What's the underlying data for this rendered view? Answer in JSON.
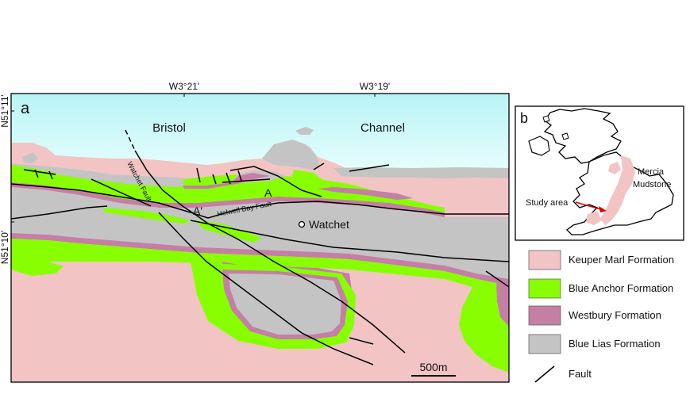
{
  "panel_a": {
    "label": "a",
    "lon_labels": [
      "W3°21'",
      "W3°19'"
    ],
    "lat_labels": [
      "N51°11'",
      "N51°10'"
    ],
    "sea_words": [
      "Bristol",
      "Channel"
    ],
    "town": "Watchet",
    "fault_labels": [
      "Watchet Fault",
      "Helwell Bay Fault"
    ],
    "section_marks": [
      "A",
      "A'"
    ],
    "scale_bar": "500m"
  },
  "panel_b": {
    "label": "b",
    "study_area_label": "Study area",
    "unit_label_line1": "Mercia",
    "unit_label_line2": "Mudstone"
  },
  "legend": {
    "items": [
      {
        "label": "Keuper Marl Formation",
        "color": "#f2c4c4"
      },
      {
        "label": "Blue Anchor Formation",
        "color": "#88ff00"
      },
      {
        "label": "Westbury Formation",
        "color": "#c47fa4"
      },
      {
        "label": "Blue Lias Formation",
        "color": "#c4c4c4"
      }
    ],
    "fault_label": "Fault"
  },
  "colors": {
    "sea": "#c8f8f8",
    "keuper": "#f2c4c4",
    "blue_anchor": "#88ff00",
    "westbury": "#c47fa4",
    "blue_lias": "#c4c4c4",
    "study_arrow": "#dd0000"
  }
}
